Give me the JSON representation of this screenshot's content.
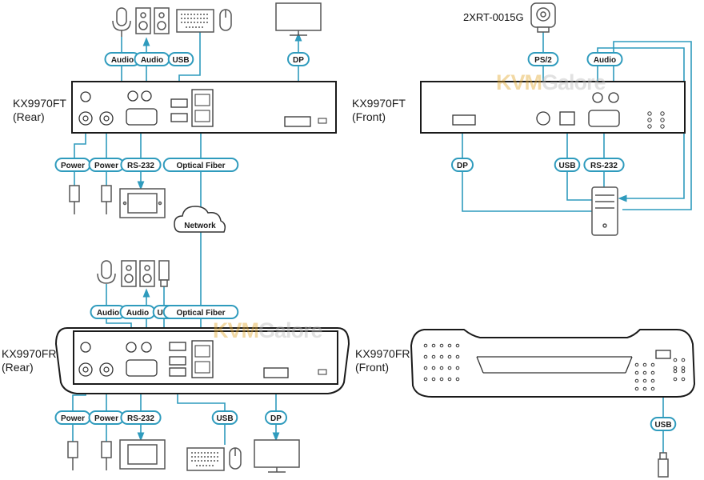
{
  "devices": {
    "kx9970ft_rear": "KX9970FT\n(Rear)",
    "kx9970ft_front": "KX9970FT\n(Front)",
    "kx9970fr_rear": "KX9970FR\n(Rear)",
    "kx9970fr_front": "KX9970FR\n(Front)"
  },
  "accessory_model": "2XRT-0015G",
  "watermark": {
    "part1": "KVM",
    "part2": "Galore"
  },
  "cables": {
    "ft_rear": {
      "audio_in": "Audio",
      "audio_out": "Audio",
      "usb": "USB",
      "dp": "DP",
      "power1": "Power",
      "power2": "Power",
      "rs232": "RS-232",
      "optical": "Optical Fiber"
    },
    "network": "Network",
    "ft_front": {
      "ps2": "PS/2",
      "audio": "Audio",
      "dp": "DP",
      "usb": "USB",
      "rs232": "RS-232"
    },
    "fr_rear": {
      "audio_in": "Audio",
      "audio_out": "Audio",
      "usb_top": "USB",
      "optical": "Optical Fiber",
      "power1": "Power",
      "power2": "Power",
      "rs232": "RS-232",
      "usb_bottom": "USB",
      "dp": "DP"
    },
    "fr_front": {
      "usb": "USB"
    }
  },
  "colors": {
    "cable": "#2f9bbd",
    "outline": "#1a1a1a",
    "label_bg": "#2f9bbd",
    "port_fill": "#ffffff",
    "watermark_orange": "#e2a529"
  }
}
